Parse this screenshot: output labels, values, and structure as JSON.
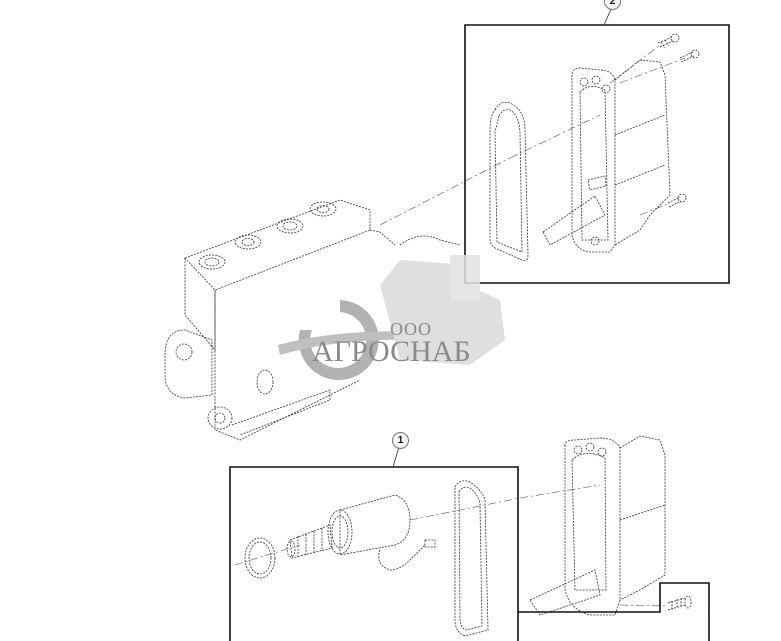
{
  "diagram": {
    "type": "exploded-parts-diagram",
    "callouts": [
      {
        "id": "callout-2",
        "label": "2",
        "group": "cover-housing-assembly"
      },
      {
        "id": "callout-1",
        "label": "1",
        "group": "solenoid-valve-assembly"
      }
    ],
    "groups": [
      {
        "label": "2",
        "parts": [
          "cover housing",
          "gasket",
          "screw",
          "screw",
          "screw",
          "connector plate"
        ]
      },
      {
        "label": "1",
        "parts": [
          "solenoid valve",
          "o-ring",
          "gasket",
          "housing",
          "screw"
        ]
      }
    ]
  },
  "watermark": {
    "prefix": "ООО",
    "name": "АГРОСНАБ"
  },
  "colors": {
    "line": "#222222",
    "frame": "#111111",
    "watermark": "#8a8a8a",
    "background": "#ffffff"
  }
}
